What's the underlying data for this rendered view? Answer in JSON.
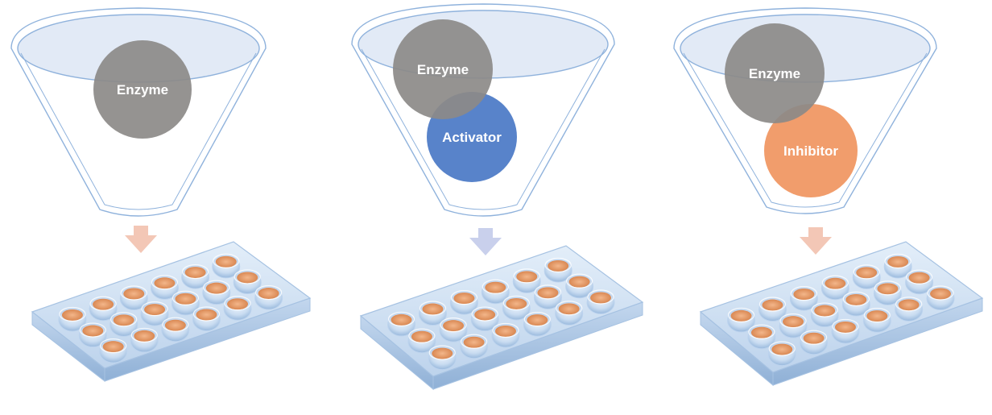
{
  "panels": [
    {
      "labels": [
        "Enzyme"
      ],
      "circle_colors": [
        "#8c8a88"
      ],
      "arrow_color": "#f3c7b6",
      "well_fill": "#e39a6a"
    },
    {
      "labels": [
        "Enzyme",
        "Activator"
      ],
      "circle_colors": [
        "#8c8a88",
        "#4a78c6"
      ],
      "arrow_color": "#c9d0ec",
      "well_fill": "#e39a6a"
    },
    {
      "labels": [
        "Enzyme",
        "Inhibitor"
      ],
      "circle_colors": [
        "#8c8a88",
        "#f0955f"
      ],
      "arrow_color": "#f3c7b6",
      "well_fill": "#e39a6a"
    }
  ],
  "colors": {
    "funnel_outline": "#8fb2dc",
    "funnel_mouth_fill": "#dde6f5",
    "plate_top": "#cfe0f3",
    "plate_edge": "#a6c2e2",
    "well_rim": "#bcd3ee"
  }
}
